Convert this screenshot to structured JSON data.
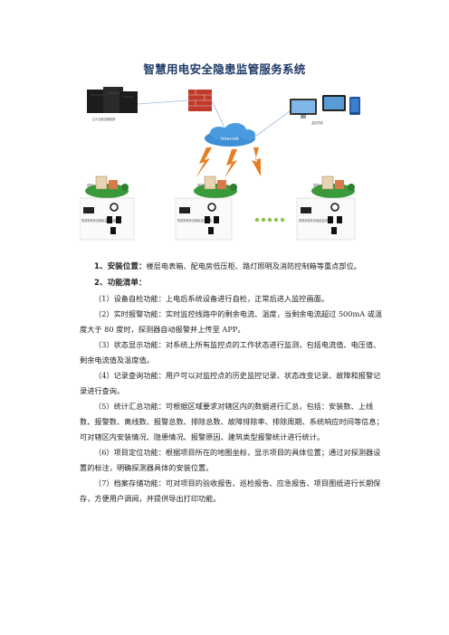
{
  "doc": {
    "title": "智慧用电安全隐患监管服务系统"
  },
  "diagram": {
    "server_label": "云平台服务器集群",
    "client_label": "监控终端",
    "network_label": "Internet",
    "site1": "现场1",
    "site2": "现场2",
    "site3": "现场N",
    "device_label": "智慧用电安全隐患监测装置"
  },
  "section1": {
    "heading": "1、安装位置：",
    "body": "楼层电表箱、配电房低压柜、路灯照明及消防控制箱等重点部位。"
  },
  "section2": {
    "heading": "2、功能清单："
  },
  "items": [
    "（1）设备自检功能：上电后系统设备进行自检，正常后进入监控画面。",
    "（2）实时报警功能：实时监控线路中的剩余电流、温度，当剩余电流超过 500mA 或温度大于 80 度时，探测器自动报警并上传至 APP。",
    "（3）状态显示功能：对系统上所有监控点的工作状态进行监测，包括电流值、电压值、剩余电流值及温度值。",
    "（4）记录查询功能：用户可以对监控点的历史监控记录、状态改变记录、故障和报警记录进行查询。",
    "（5）统计汇总功能：可根据区域要求对辖区内的数据进行汇总，包括：安装数、上线数、报警数、离线数、报警总数、排除总数、故障排除率、排除周期、系统响应时间等信息；可对辖区内安装情况、隐患情况、报警原因、建筑类型报警统计进行统计。",
    "（6）项目定位功能：根据项目所在的地图坐标，显示项目的具体位置；通过对探测器设置的标注，明确探测器具体的安装位置。",
    "（7）档案存储功能：可对项目的验收报告、巡检报告、应急报告、项目图纸进行长期保存，方便用户调阅，并提供导出打印功能。"
  ],
  "colors": {
    "title": "#1f3a68",
    "cloud": "#3d8fd6",
    "wall": "#c0392b",
    "lightning": "#e67e22",
    "grass": "#3a9a3a"
  }
}
